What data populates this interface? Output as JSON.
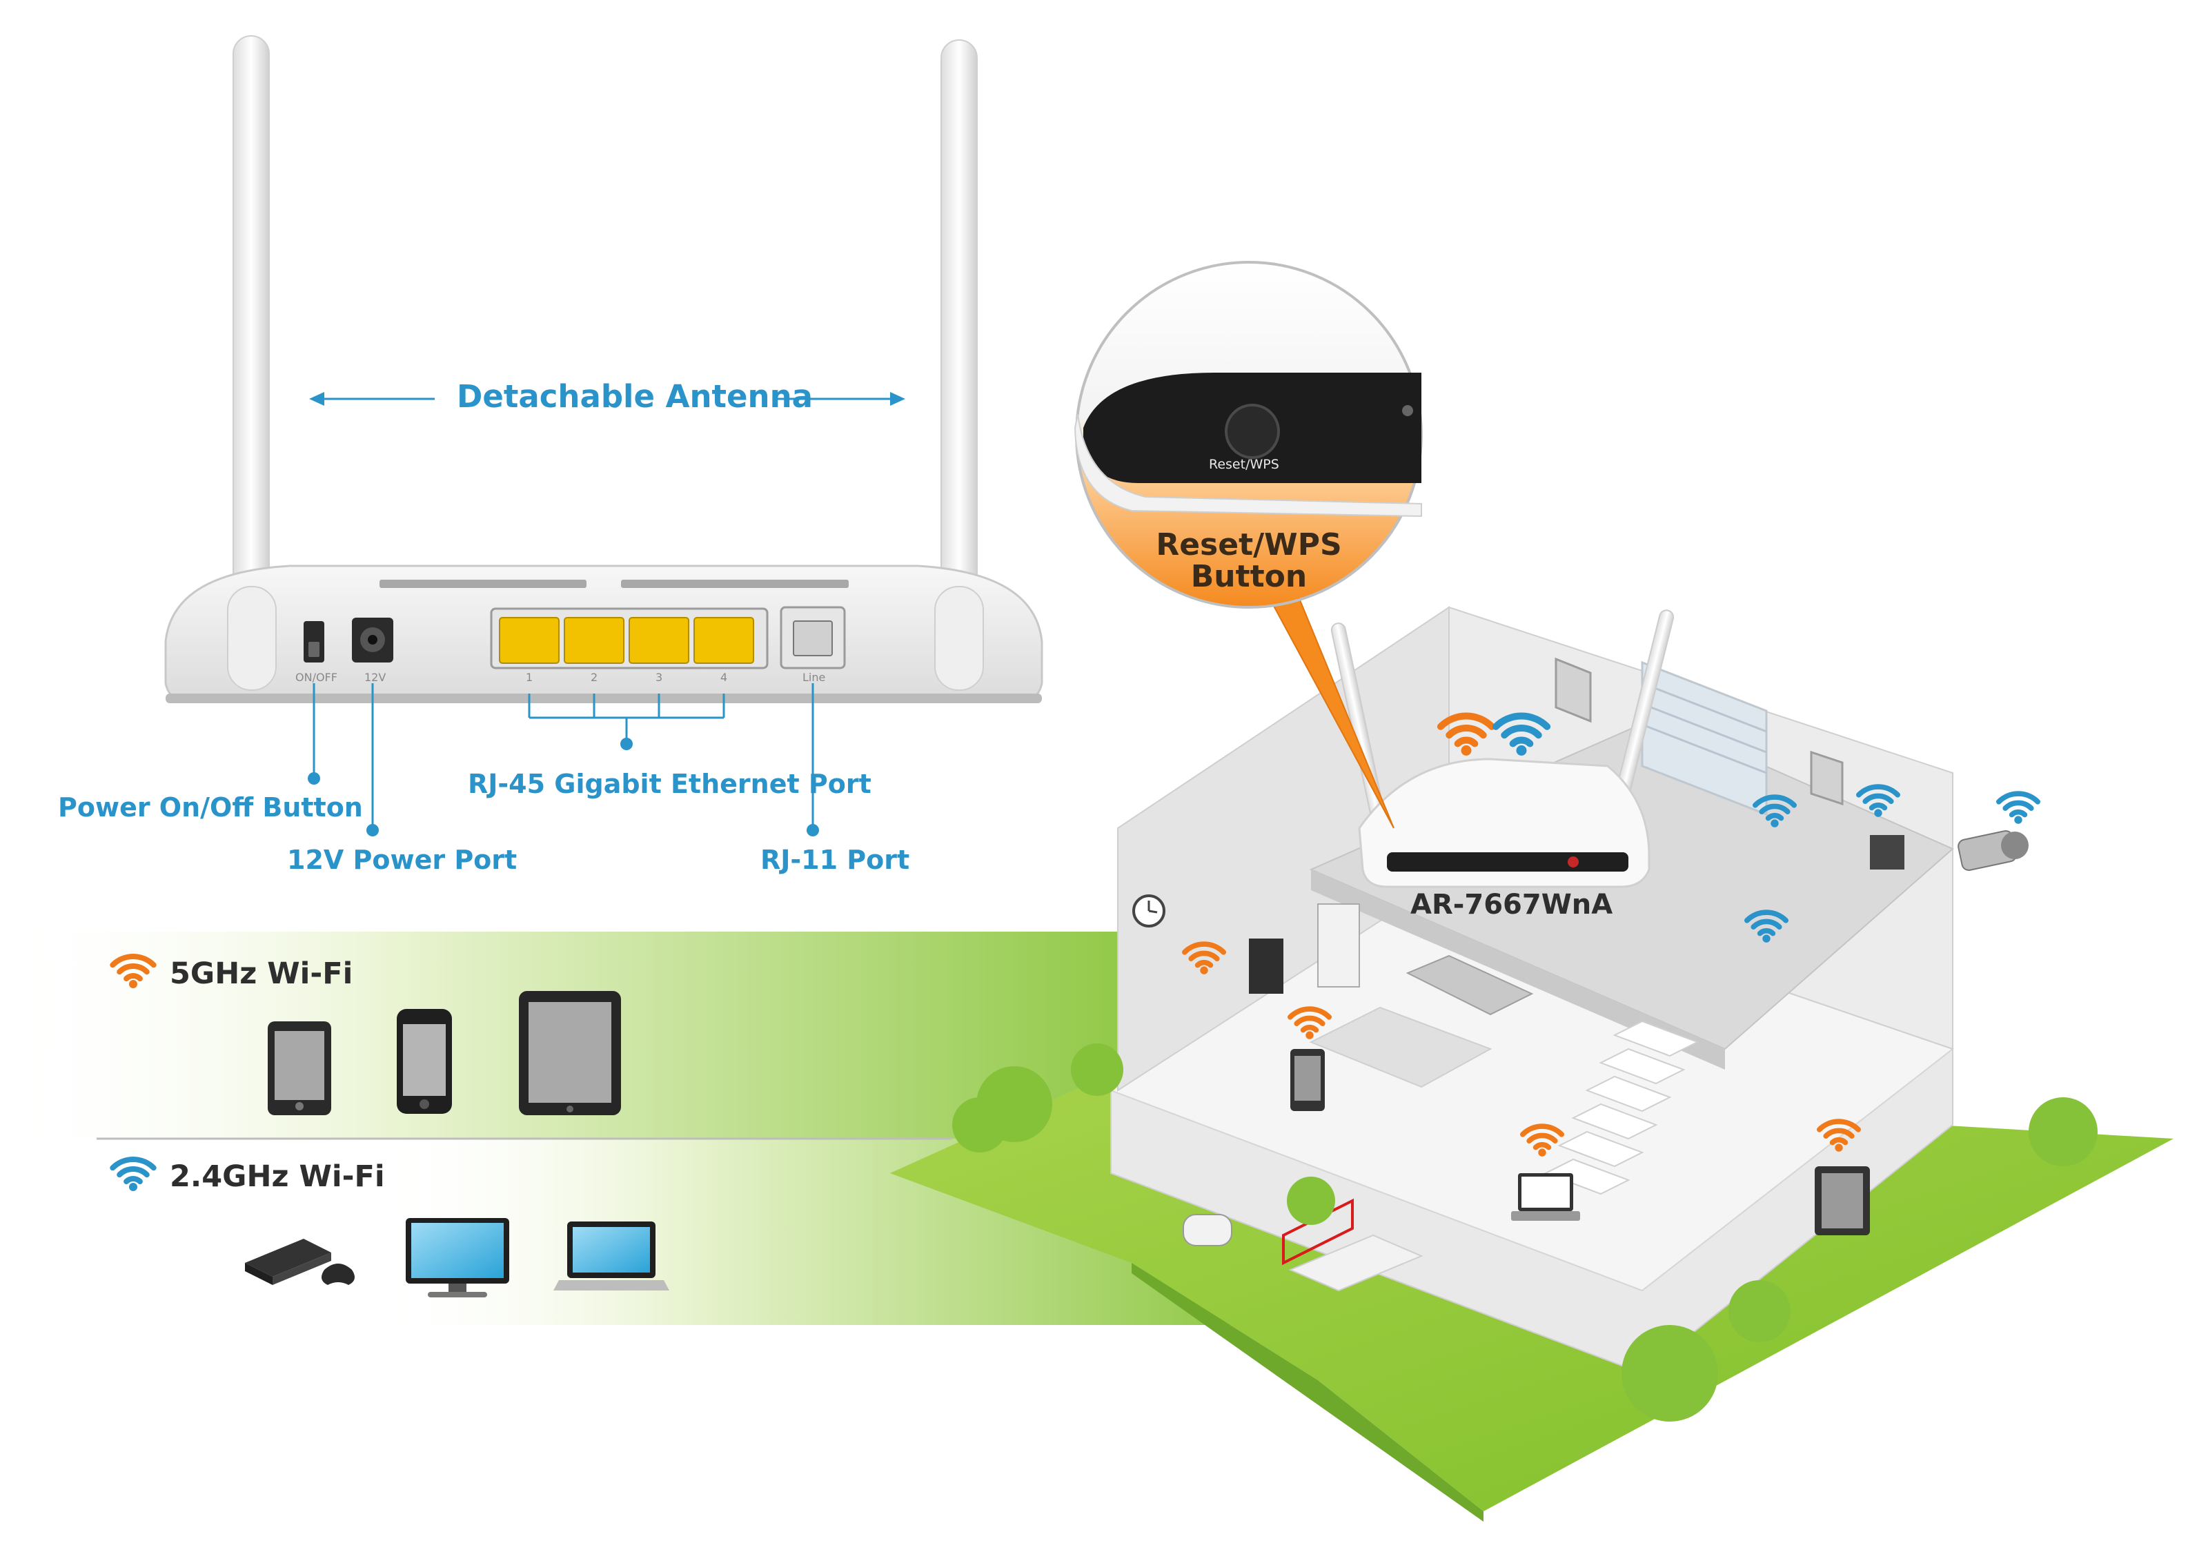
{
  "callouts": {
    "antenna": "Detachable Antenna",
    "power_button": "Power On/Off Button",
    "power_port": "12V Power Port",
    "ethernet": "RJ-45 Gigabit Ethernet Port",
    "rj11": "RJ-11 Port",
    "reset_wps_line1": "Reset/WPS",
    "reset_wps_line2": "Button",
    "reset_wps_small": "Reset/WPS",
    "model": "AR-7667WnA"
  },
  "router_labels": {
    "on_off": "ON/OFF",
    "v12": "12V",
    "port1": "1",
    "port2": "2",
    "port3": "3",
    "port4": "4",
    "line": "Line"
  },
  "legend": {
    "wifi5": "5GHz Wi-Fi",
    "wifi24": "2.4GHz Wi-Fi"
  },
  "colors": {
    "label_blue": "#2a93c9",
    "wifi_orange": "#f07a1a",
    "wifi_blue": "#2a93c9",
    "grass_green": "#8cc63f",
    "ethernet_yellow": "#f2c200",
    "callout_orange": "#f59a3c"
  },
  "icons": [
    "wifi-icon-5ghz",
    "wifi-icon-24ghz",
    "tablet-icon",
    "phone-icon",
    "ipad-icon",
    "game-console-icon",
    "tv-icon",
    "laptop-icon",
    "router-icon",
    "house-icon",
    "camera-icon",
    "clock-icon"
  ]
}
